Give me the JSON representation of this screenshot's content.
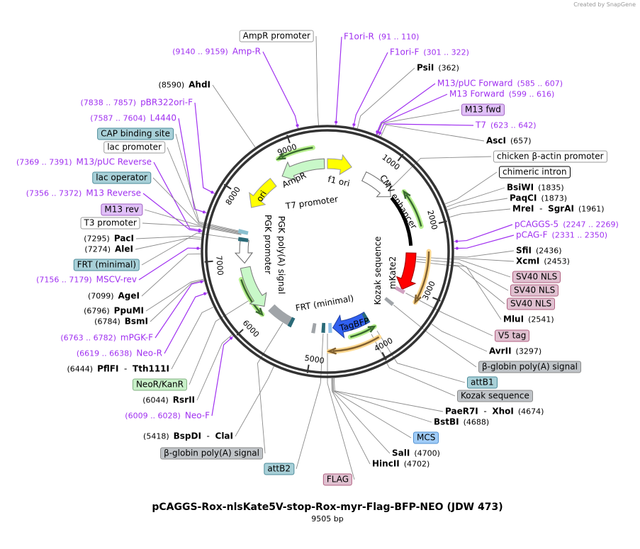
{
  "credit": "Created by SnapGene",
  "title": "pCAGGS-Rox-nlsKate5V-stop-Rox-myr-Flag-BFP-NEO (JDW 473)",
  "length_label": "9505 bp",
  "colors": {
    "primer": "#a030f0",
    "feature_styles": {
      "white": {
        "bg": "#ffffff",
        "border": "#999999"
      },
      "black": {
        "bg": "#ffffff",
        "border": "#000000"
      },
      "teal": {
        "bg": "#a8d0d8",
        "border": "#4a8a98"
      },
      "purple": {
        "bg": "#e0c0f8",
        "border": "#a060c0"
      },
      "green": {
        "bg": "#c8f0c8",
        "border": "#80b080"
      },
      "gray": {
        "bg": "#c0c4c8",
        "border": "#888888"
      },
      "pink": {
        "bg": "#e0c0d0",
        "border": "#b06080"
      },
      "blue": {
        "bg": "#a0ccf8",
        "border": "#5090d0"
      }
    }
  },
  "ring_ticks": [
    "1000",
    "2000",
    "3000",
    "4000",
    "5000",
    "6000",
    "7000",
    "8000",
    "9000"
  ],
  "inner_labels": [
    "AmpR",
    "T7 promoter",
    "f1 ori",
    "ori",
    "CMV enhancer",
    "Kozak sequence",
    "mKate2",
    "PGK poly(A) signal",
    "PGK promoter",
    "FRT (minimal)",
    "TagBFP"
  ],
  "left_labels": [
    {
      "kind": "feature",
      "name": "AmpR promoter",
      "style": "white"
    },
    {
      "kind": "primer",
      "name": "Amp-R",
      "range": "(9140 .. 9159)"
    },
    {
      "kind": "site",
      "names": [
        "AhdI"
      ],
      "pos": "(8590)"
    },
    {
      "kind": "primer",
      "name": "pBR322ori-F",
      "range": "(7838 .. 7857)"
    },
    {
      "kind": "primer",
      "name": "L4440",
      "range": "(7587 .. 7604)"
    },
    {
      "kind": "feature",
      "name": "CAP binding site",
      "style": "teal"
    },
    {
      "kind": "feature",
      "name": "lac promoter",
      "style": "white"
    },
    {
      "kind": "primer",
      "name": "M13/pUC Reverse",
      "range": "(7369 .. 7391)"
    },
    {
      "kind": "feature",
      "name": "lac operator",
      "style": "teal"
    },
    {
      "kind": "primer",
      "name": "M13 Reverse",
      "range": "(7356 .. 7372)"
    },
    {
      "kind": "feature",
      "name": "M13 rev",
      "style": "purple"
    },
    {
      "kind": "feature",
      "name": "T3 promoter",
      "style": "white"
    },
    {
      "kind": "site",
      "names": [
        "PacI"
      ],
      "pos": "(7295)"
    },
    {
      "kind": "site",
      "names": [
        "AleI"
      ],
      "pos": "(7274)"
    },
    {
      "kind": "feature",
      "name": "FRT (minimal)",
      "style": "teal"
    },
    {
      "kind": "primer",
      "name": "MSCV-rev",
      "range": "(7156 .. 7179)"
    },
    {
      "kind": "site",
      "names": [
        "AgeI"
      ],
      "pos": "(7099)"
    },
    {
      "kind": "site",
      "names": [
        "PpuMI"
      ],
      "pos": "(6796)"
    },
    {
      "kind": "site",
      "names": [
        "BsmI"
      ],
      "pos": "(6784)"
    },
    {
      "kind": "primer",
      "name": "mPGK-F",
      "range": "(6763 .. 6782)"
    },
    {
      "kind": "primer",
      "name": "Neo-R",
      "range": "(6619 .. 6638)"
    },
    {
      "kind": "site",
      "names": [
        "PflFI",
        "Tth111I"
      ],
      "pos": "(6444)"
    },
    {
      "kind": "feature",
      "name": "NeoR/KanR",
      "style": "green"
    },
    {
      "kind": "site",
      "names": [
        "RsrII"
      ],
      "pos": "(6044)"
    },
    {
      "kind": "primer",
      "name": "Neo-F",
      "range": "(6009 .. 6028)"
    },
    {
      "kind": "site",
      "names": [
        "BspDI",
        "ClaI"
      ],
      "pos": "(5418)"
    },
    {
      "kind": "feature",
      "name": "β-globin poly(A) signal",
      "style": "gray"
    },
    {
      "kind": "feature",
      "name": "attB2",
      "style": "teal"
    },
    {
      "kind": "feature",
      "name": "FLAG",
      "style": "pink"
    }
  ],
  "right_labels": [
    {
      "kind": "primer",
      "name": "F1ori-R",
      "range": "(91 .. 110)"
    },
    {
      "kind": "primer",
      "name": "F1ori-F",
      "range": "(301 .. 322)"
    },
    {
      "kind": "site",
      "names": [
        "PsiI"
      ],
      "pos": "(362)"
    },
    {
      "kind": "primer",
      "name": "M13/pUC Forward",
      "range": "(585 .. 607)"
    },
    {
      "kind": "primer",
      "name": "M13 Forward",
      "range": "(599 .. 616)"
    },
    {
      "kind": "feature",
      "name": "M13 fwd",
      "style": "purple"
    },
    {
      "kind": "primer",
      "name": "T7",
      "range": "(623 .. 642)"
    },
    {
      "kind": "site",
      "names": [
        "AscI"
      ],
      "pos": "(657)"
    },
    {
      "kind": "feature",
      "name": "chicken β-actin promoter",
      "style": "white"
    },
    {
      "kind": "feature",
      "name": "chimeric intron",
      "style": "black"
    },
    {
      "kind": "site",
      "names": [
        "BsiWI"
      ],
      "pos": "(1835)"
    },
    {
      "kind": "site",
      "names": [
        "PaqCI"
      ],
      "pos": "(1873)"
    },
    {
      "kind": "site",
      "names": [
        "MreI",
        "SgrAI"
      ],
      "pos": "(1961)"
    },
    {
      "kind": "primer",
      "name": "pCAGGS-5",
      "range": "(2247 .. 2269)"
    },
    {
      "kind": "primer",
      "name": "pCAG-F",
      "range": "(2331 .. 2350)"
    },
    {
      "kind": "site",
      "names": [
        "SfiI"
      ],
      "pos": "(2436)"
    },
    {
      "kind": "site",
      "names": [
        "XcmI"
      ],
      "pos": "(2453)"
    },
    {
      "kind": "feature",
      "name": "SV40 NLS",
      "style": "pink"
    },
    {
      "kind": "feature",
      "name": "SV40 NLS",
      "style": "pink"
    },
    {
      "kind": "feature",
      "name": "SV40 NLS",
      "style": "pink"
    },
    {
      "kind": "site",
      "names": [
        "MluI"
      ],
      "pos": "(2541)"
    },
    {
      "kind": "feature",
      "name": "V5 tag",
      "style": "pink"
    },
    {
      "kind": "site",
      "names": [
        "AvrII"
      ],
      "pos": "(3297)"
    },
    {
      "kind": "feature",
      "name": "β-globin poly(A) signal",
      "style": "gray"
    },
    {
      "kind": "feature",
      "name": "attB1",
      "style": "teal"
    },
    {
      "kind": "feature",
      "name": "Kozak sequence",
      "style": "gray"
    },
    {
      "kind": "site",
      "names": [
        "PaeR7I",
        "XhoI"
      ],
      "pos": "(4674)"
    },
    {
      "kind": "site",
      "names": [
        "BstBI"
      ],
      "pos": "(4688)"
    },
    {
      "kind": "feature",
      "name": "MCS",
      "style": "blue"
    },
    {
      "kind": "site",
      "names": [
        "SalI"
      ],
      "pos": "(4700)"
    },
    {
      "kind": "site",
      "names": [
        "HincII"
      ],
      "pos": "(4702)"
    }
  ]
}
